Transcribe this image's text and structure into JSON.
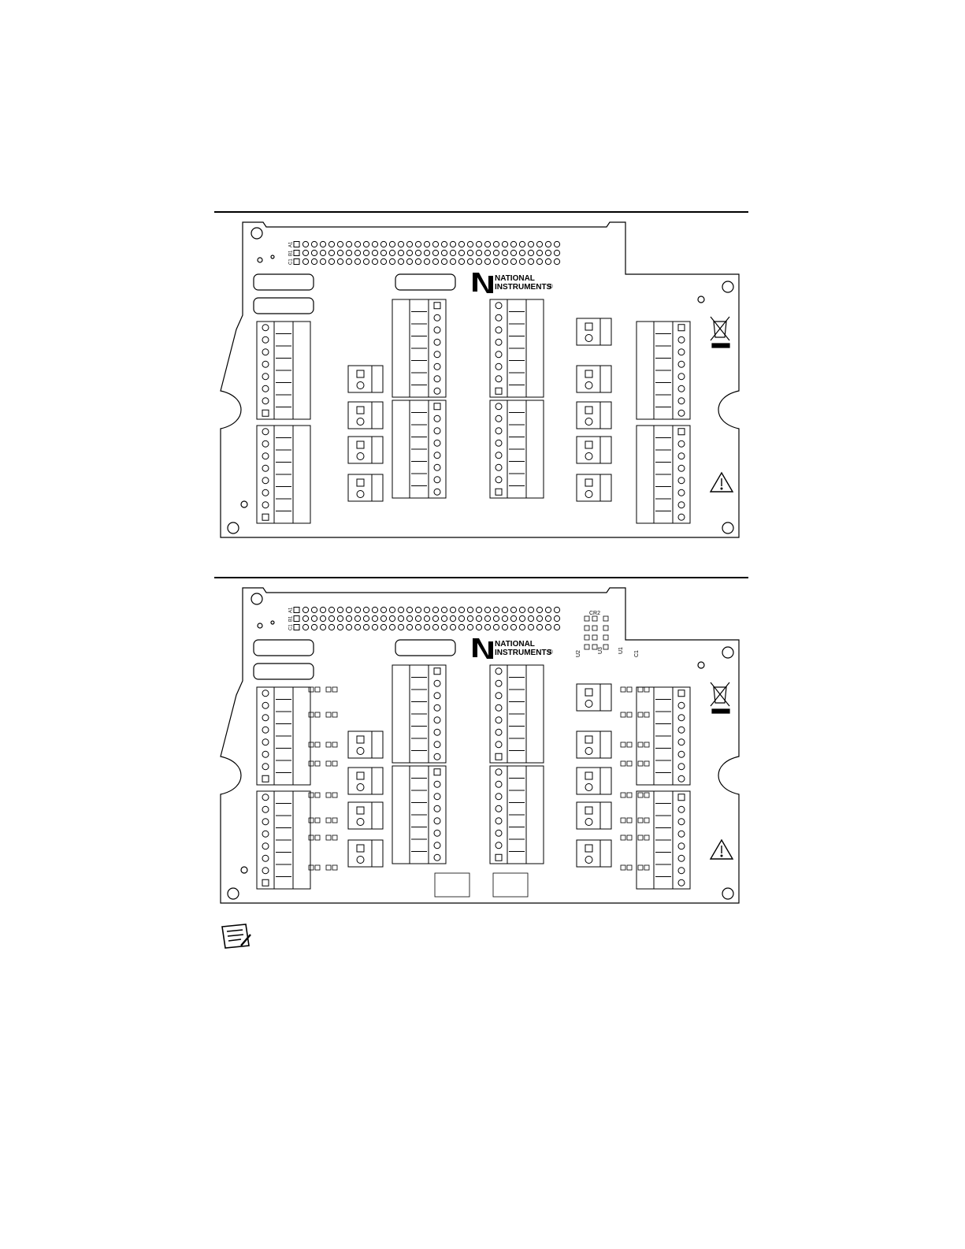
{
  "brand": {
    "logo_line1": "NATIONAL",
    "logo_line2": "INSTRUMENTS",
    "logo_mark": "®"
  },
  "board_top": {
    "row_labels": [
      "A1",
      "B1",
      "C1"
    ],
    "connector_pin_marks": [
      "1",
      "1"
    ]
  },
  "board_bottom": {
    "row_labels": [
      "A1",
      "B1",
      "C1"
    ],
    "component_labels": [
      "CR2",
      "U2",
      "U3",
      "U1",
      "C1"
    ]
  },
  "icons": {
    "weee": "crossed-bin-icon",
    "warning": "warning-triangle-icon",
    "note": "note-pad-icon",
    "ni_logo": "ni-eagle-logo"
  },
  "colors": {
    "ink": "#000000",
    "paper": "#ffffff"
  }
}
